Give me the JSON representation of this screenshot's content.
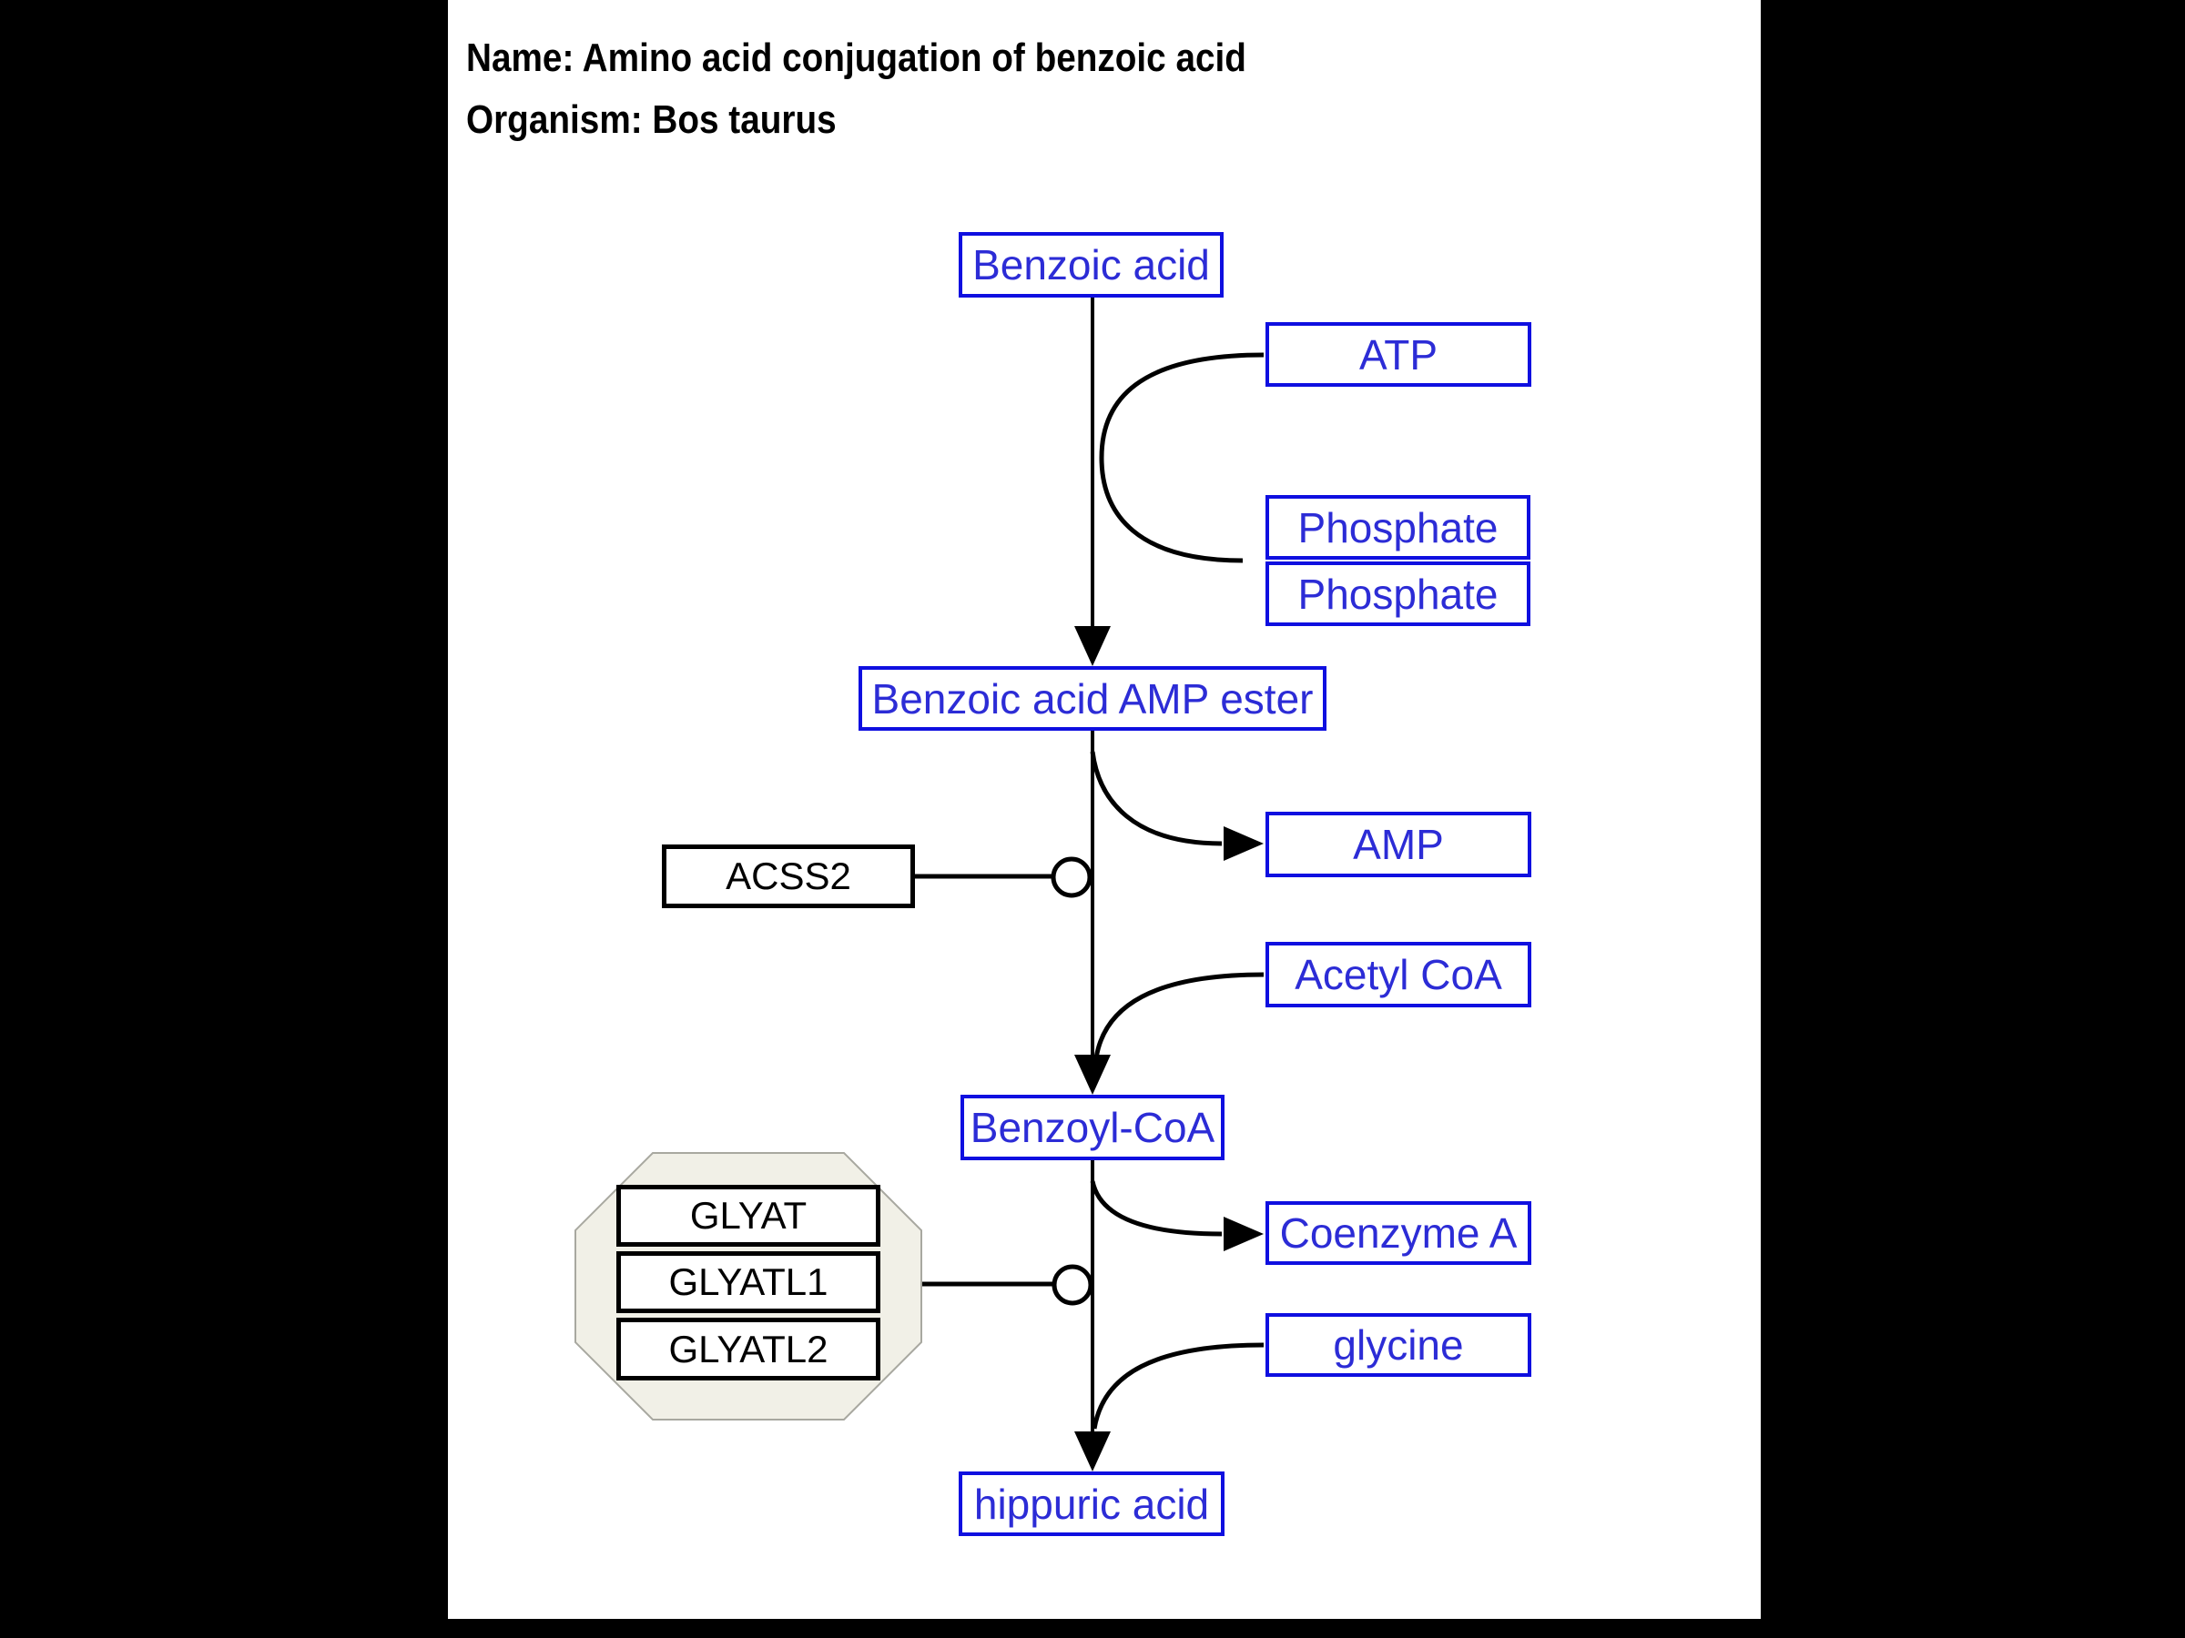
{
  "header": {
    "name_line": "Name: Amino acid conjugation of benzoic acid",
    "organism_line": "Organism: Bos taurus"
  },
  "nodes": {
    "benzoic_acid": {
      "label": "Benzoic acid",
      "type": "metabolite"
    },
    "atp": {
      "label": "ATP",
      "type": "metabolite"
    },
    "phosphate_1": {
      "label": "Phosphate",
      "type": "metabolite"
    },
    "phosphate_2": {
      "label": "Phosphate",
      "type": "metabolite"
    },
    "benzoic_acid_amp_ester": {
      "label": "Benzoic acid AMP ester",
      "type": "metabolite"
    },
    "amp": {
      "label": "AMP",
      "type": "metabolite"
    },
    "acss2": {
      "label": "ACSS2",
      "type": "gene"
    },
    "acetyl_coa": {
      "label": "Acetyl CoA",
      "type": "metabolite"
    },
    "benzoyl_coa": {
      "label": "Benzoyl-CoA",
      "type": "metabolite"
    },
    "coenzyme_a": {
      "label": "Coenzyme A",
      "type": "metabolite"
    },
    "glycine": {
      "label": "glycine",
      "type": "metabolite"
    },
    "glyat": {
      "label": "GLYAT",
      "type": "gene"
    },
    "glyatl1": {
      "label": "GLYATL1",
      "type": "gene"
    },
    "glyatl2": {
      "label": "GLYATL2",
      "type": "gene"
    },
    "hippuric_acid": {
      "label": "hippuric acid",
      "type": "metabolite"
    }
  },
  "edges": [
    {
      "from": "benzoic_acid",
      "to": "benzoic_acid_amp_ester",
      "cofactor_in": [
        "atp"
      ],
      "cofactor_out": [
        "phosphate_1",
        "phosphate_2"
      ],
      "enzymes": []
    },
    {
      "from": "benzoic_acid_amp_ester",
      "to": "benzoyl_coa",
      "cofactor_in": [
        "acetyl_coa"
      ],
      "cofactor_out": [
        "amp"
      ],
      "enzymes": [
        "acss2"
      ]
    },
    {
      "from": "benzoyl_coa",
      "to": "hippuric_acid",
      "cofactor_in": [
        "glycine"
      ],
      "cofactor_out": [
        "coenzyme_a"
      ],
      "enzymes": [
        "glyat",
        "glyatl1",
        "glyatl2"
      ]
    }
  ],
  "colors": {
    "canvas_bg": "#000000",
    "page_bg": "#ffffff",
    "metabolite_border": "#0f0fe0",
    "metabolite_text": "#2c2cd6",
    "gene_border": "#000000",
    "gene_text": "#000000",
    "line": "#000000",
    "octagon_fill": "#f1f0e7",
    "octagon_stroke": "#a8a8a0"
  }
}
